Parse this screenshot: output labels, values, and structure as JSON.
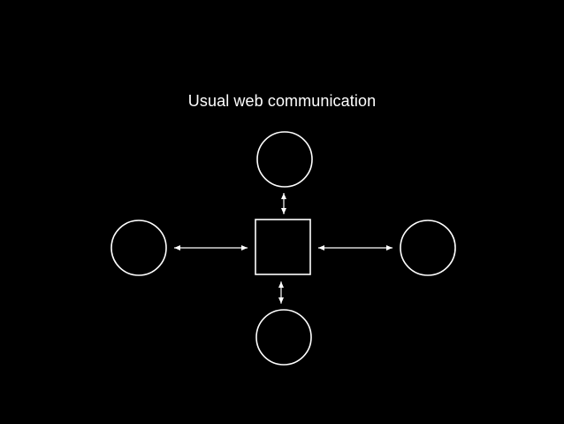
{
  "slide": {
    "title": "Usual web communication"
  },
  "diagram": {
    "nodes": [
      {
        "id": "server",
        "shape": "square"
      },
      {
        "id": "client-top",
        "shape": "circle"
      },
      {
        "id": "client-left",
        "shape": "circle"
      },
      {
        "id": "client-right",
        "shape": "circle"
      },
      {
        "id": "client-bottom",
        "shape": "circle"
      }
    ],
    "edges": [
      {
        "from": "client-top",
        "to": "server",
        "direction": "both"
      },
      {
        "from": "client-left",
        "to": "server",
        "direction": "both"
      },
      {
        "from": "client-right",
        "to": "server",
        "direction": "both"
      },
      {
        "from": "client-bottom",
        "to": "server",
        "direction": "both"
      }
    ],
    "colors": {
      "background": "#000000",
      "stroke": "#ffffff"
    }
  }
}
